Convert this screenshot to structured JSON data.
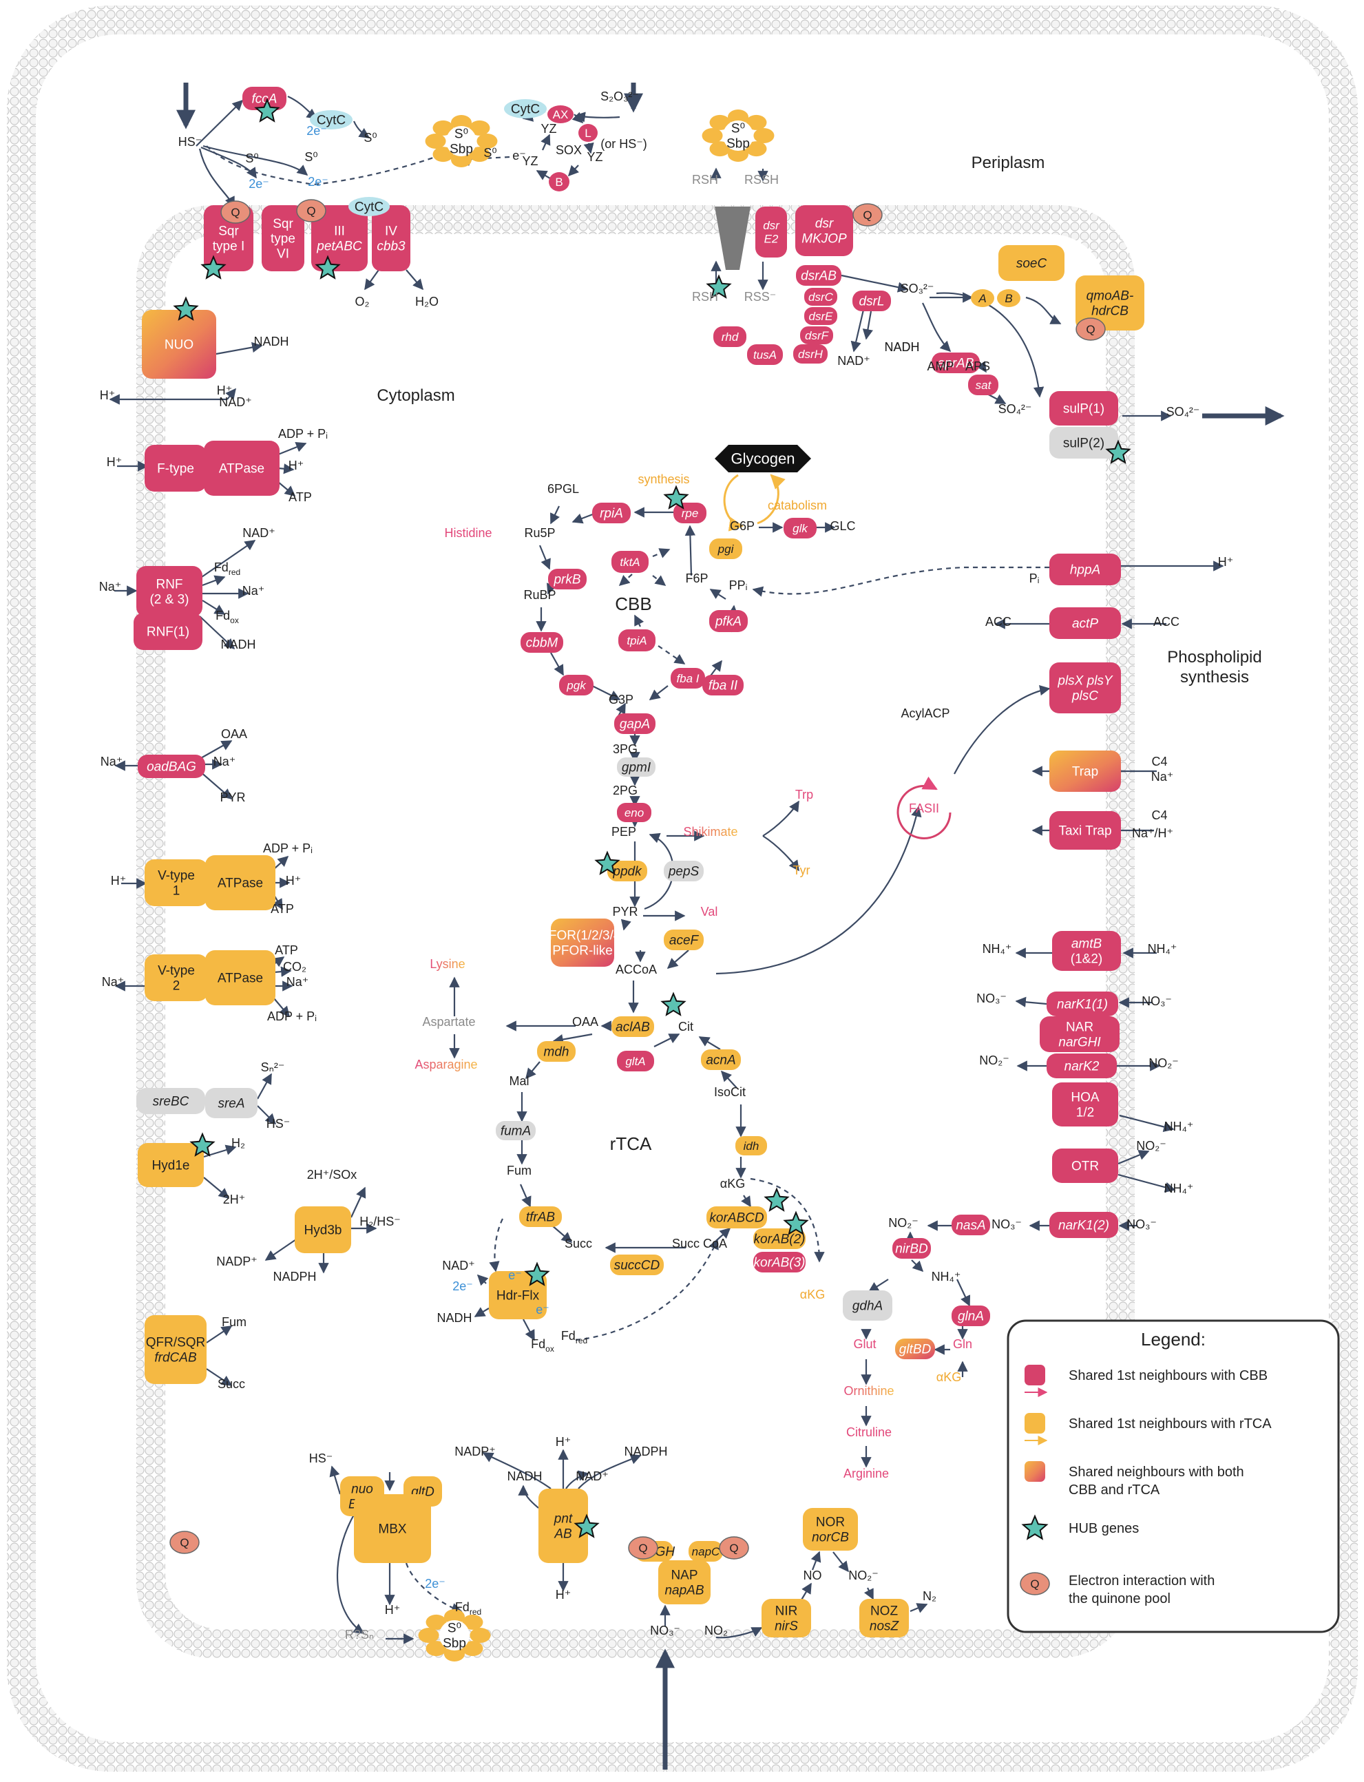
{
  "colors": {
    "cbb": "#d6416b",
    "rtca": "#f5b943",
    "grey": "#d9d9d9",
    "dark": "#3c4a63",
    "cyt": "#b8e3ec",
    "q": "#e8907a",
    "hub": "#5cc2b2",
    "membrane": "#e4e4e4"
  },
  "regions": {
    "periplasm": "Periplasm",
    "cytoplasm": "Cytoplasm",
    "phospholipid": "Phospholipid\nsynthesis"
  },
  "cycles": {
    "cbb": "CBB",
    "rtca": "rTCA"
  },
  "boxes": [
    {
      "id": "fccA",
      "label": "fccA",
      "c": "cbb",
      "it": true
    },
    {
      "id": "sqr1",
      "label": "Sqr\ntype I",
      "c": "cbb"
    },
    {
      "id": "sqr6",
      "label": "Sqr\ntype\nVI",
      "c": "cbb"
    },
    {
      "id": "petABC",
      "label": "III\npetABC",
      "c": "cbb",
      "itLine": 1
    },
    {
      "id": "cbb3",
      "label": "IV\ncbb3",
      "c": "cbb",
      "itLine": 1
    },
    {
      "id": "AX",
      "label": "AX",
      "c": "cbb"
    },
    {
      "id": "L",
      "label": "L",
      "c": "cbb"
    },
    {
      "id": "B",
      "label": "B",
      "c": "cbb"
    },
    {
      "id": "dsrE2",
      "label": "dsr\nE2",
      "c": "cbb",
      "it": true
    },
    {
      "id": "dsrMKJOP",
      "label": "dsr\nMKJOP",
      "c": "cbb",
      "it": true
    },
    {
      "id": "dsrAB",
      "label": "dsrAB",
      "c": "cbb",
      "it": true
    },
    {
      "id": "dsrC",
      "label": "dsrC",
      "c": "cbb",
      "it": true
    },
    {
      "id": "dsrE",
      "label": "dsrE",
      "c": "cbb",
      "it": true
    },
    {
      "id": "dsrF",
      "label": "dsrF",
      "c": "cbb",
      "it": true
    },
    {
      "id": "dsrH",
      "label": "dsrH",
      "c": "cbb",
      "it": true
    },
    {
      "id": "dsrL",
      "label": "dsrL",
      "c": "cbb",
      "it": true
    },
    {
      "id": "rhd",
      "label": "rhd",
      "c": "cbb",
      "it": true
    },
    {
      "id": "tusA",
      "label": "tusA",
      "c": "cbb",
      "it": true
    },
    {
      "id": "aprAB",
      "label": "aprAB",
      "c": "cbb",
      "it": true
    },
    {
      "id": "sat",
      "label": "sat",
      "c": "cbb",
      "it": true
    },
    {
      "id": "soeC",
      "label": "soeC",
      "c": "rtca",
      "it": true
    },
    {
      "id": "qmo",
      "label": "qmoAB-\nhdrCB",
      "c": "rtca",
      "it": true
    },
    {
      "id": "A",
      "label": "A",
      "c": "rtca",
      "it": true
    },
    {
      "id": "Bq",
      "label": "B",
      "c": "rtca",
      "it": true
    },
    {
      "id": "sulP1",
      "label": "sulP(1)",
      "c": "cbb"
    },
    {
      "id": "sulP2",
      "label": "sulP(2)",
      "c": "grey"
    },
    {
      "id": "NUO",
      "label": "NUO",
      "c": "grad"
    },
    {
      "id": "Ftype",
      "label": "F-type",
      "c": "cbb"
    },
    {
      "id": "FATPase",
      "label": "ATPase",
      "c": "cbb"
    },
    {
      "id": "RNF23",
      "label": "RNF\n(2 & 3)",
      "c": "cbb"
    },
    {
      "id": "RNF1",
      "label": "RNF(1)",
      "c": "cbb"
    },
    {
      "id": "oadBAG",
      "label": "oadBAG",
      "c": "cbb",
      "it": true
    },
    {
      "id": "Vtype1",
      "label": "V-type\n1",
      "c": "rtca"
    },
    {
      "id": "VATPase1",
      "label": "ATPase",
      "c": "rtca"
    },
    {
      "id": "Vtype2",
      "label": "V-type\n2",
      "c": "rtca"
    },
    {
      "id": "VATPase2",
      "label": "ATPase",
      "c": "rtca"
    },
    {
      "id": "sreBC",
      "label": "sreBC",
      "c": "grey",
      "it": true
    },
    {
      "id": "sreA",
      "label": "sreA",
      "c": "grey",
      "it": true
    },
    {
      "id": "Hyd1e",
      "label": "Hyd1e",
      "c": "rtca"
    },
    {
      "id": "Hyd3b",
      "label": "Hyd3b",
      "c": "rtca"
    },
    {
      "id": "QFR",
      "label": "QFR/SQR\nfrdCAB",
      "c": "rtca",
      "itLine": 1
    },
    {
      "id": "hppA",
      "label": "hppA",
      "c": "cbb",
      "it": true
    },
    {
      "id": "actP",
      "label": "actP",
      "c": "cbb",
      "it": true
    },
    {
      "id": "plsX",
      "label": "plsX plsY\nplsC",
      "c": "cbb",
      "it": true
    },
    {
      "id": "Trap",
      "label": "Trap",
      "c": "grad"
    },
    {
      "id": "TaxiTrap",
      "label": "Taxi Trap",
      "c": "cbb"
    },
    {
      "id": "amtB",
      "label": "amtB\n(1&2)",
      "c": "cbb",
      "itLine": 0
    },
    {
      "id": "narK11",
      "label": "narK1(1)",
      "c": "cbb",
      "it": true
    },
    {
      "id": "NAR",
      "label": "NAR\nnarGHI",
      "c": "cbb",
      "itLine": 1
    },
    {
      "id": "narK2",
      "label": "narK2",
      "c": "cbb",
      "it": true
    },
    {
      "id": "HOA",
      "label": "HOA\n1/2",
      "c": "cbb"
    },
    {
      "id": "OTR",
      "label": "OTR",
      "c": "cbb"
    },
    {
      "id": "narK12",
      "label": "narK1(2)",
      "c": "cbb",
      "it": true
    },
    {
      "id": "nasA",
      "label": "nasA",
      "c": "cbb",
      "it": true
    },
    {
      "id": "nirBD",
      "label": "nirBD",
      "c": "cbb",
      "it": true
    },
    {
      "id": "glnA",
      "label": "glnA",
      "c": "cbb",
      "it": true
    },
    {
      "id": "gltBD",
      "label": "gltBD",
      "c": "grad",
      "it": true
    },
    {
      "id": "gdhA",
      "label": "gdhA",
      "c": "grey",
      "it": true
    },
    {
      "id": "rpiA",
      "label": "rpiA",
      "c": "cbb",
      "it": true
    },
    {
      "id": "rpe",
      "label": "rpe",
      "c": "cbb",
      "it": true
    },
    {
      "id": "tktA",
      "label": "tktA",
      "c": "cbb",
      "it": true
    },
    {
      "id": "prkB",
      "label": "prkB",
      "c": "cbb",
      "it": true
    },
    {
      "id": "cbbM",
      "label": "cbbM",
      "c": "cbb",
      "it": true
    },
    {
      "id": "pgk",
      "label": "pgk",
      "c": "cbb",
      "it": true
    },
    {
      "id": "tpiA",
      "label": "tpiA",
      "c": "cbb",
      "it": true
    },
    {
      "id": "fbaI",
      "label": "fba I",
      "c": "cbb",
      "it": true
    },
    {
      "id": "fbaII",
      "label": "fba II",
      "c": "cbb",
      "it": true
    },
    {
      "id": "pfkA",
      "label": "pfkA",
      "c": "cbb",
      "it": true
    },
    {
      "id": "pgi",
      "label": "pgi",
      "c": "rtca",
      "it": true
    },
    {
      "id": "glk",
      "label": "glk",
      "c": "cbb",
      "it": true
    },
    {
      "id": "gapA",
      "label": "gapA",
      "c": "cbb",
      "it": true
    },
    {
      "id": "gpmI",
      "label": "gpmI",
      "c": "grey",
      "it": true
    },
    {
      "id": "eno",
      "label": "eno",
      "c": "cbb",
      "it": true
    },
    {
      "id": "ppdk",
      "label": "ppdk",
      "c": "rtca",
      "it": true
    },
    {
      "id": "pepS",
      "label": "pepS",
      "c": "grey",
      "it": true
    },
    {
      "id": "PFOR",
      "label": "PFOR(1/2/3/4)\nPFOR-like",
      "c": "grad"
    },
    {
      "id": "aceF",
      "label": "aceF",
      "c": "rtca",
      "it": true
    },
    {
      "id": "aclAB",
      "label": "aclAB",
      "c": "rtca",
      "it": true
    },
    {
      "id": "gltA",
      "label": "gltA",
      "c": "cbb",
      "it": true
    },
    {
      "id": "mdh",
      "label": "mdh",
      "c": "rtca",
      "it": true
    },
    {
      "id": "acnA",
      "label": "acnA",
      "c": "rtca",
      "it": true
    },
    {
      "id": "fumA",
      "label": "fumA",
      "c": "grey",
      "it": true
    },
    {
      "id": "idh",
      "label": "idh",
      "c": "rtca",
      "it": true
    },
    {
      "id": "tfrAB",
      "label": "tfrAB",
      "c": "rtca",
      "it": true
    },
    {
      "id": "succCD",
      "label": "succCD",
      "c": "rtca",
      "it": true
    },
    {
      "id": "korABCD",
      "label": "korABCD",
      "c": "rtca",
      "it": true
    },
    {
      "id": "korAB2",
      "label": "korAB(2)",
      "c": "rtca",
      "it": true
    },
    {
      "id": "korAB3",
      "label": "korAB(3)",
      "c": "cbb",
      "it": true
    },
    {
      "id": "HdrFlx",
      "label": "Hdr-Flx",
      "c": "rtca"
    },
    {
      "id": "nuoBCD",
      "label": "nuo\nBCD",
      "c": "rtca",
      "it": true
    },
    {
      "id": "gltD",
      "label": "gltD",
      "c": "rtca",
      "it": true
    },
    {
      "id": "MBX",
      "label": "MBX",
      "c": "rtca"
    },
    {
      "id": "pntAB",
      "label": "pnt\nAB",
      "c": "rtca",
      "it": true
    },
    {
      "id": "NAP",
      "label": "NAP\nnapAB",
      "c": "rtca",
      "itLine": 1
    },
    {
      "id": "napGH",
      "label": "napGH",
      "c": "rtca",
      "it": true
    },
    {
      "id": "napC",
      "label": "napC",
      "c": "rtca",
      "it": true
    },
    {
      "id": "NIR",
      "label": "NIR\nnirS",
      "c": "rtca",
      "itLine": 1
    },
    {
      "id": "NOR",
      "label": "NOR\nnorCB",
      "c": "rtca",
      "itLine": 1
    },
    {
      "id": "NOZ",
      "label": "NOZ\nnosZ",
      "c": "rtca",
      "itLine": 1
    },
    {
      "id": "Sbp1",
      "label": "S⁰\nSbp",
      "c": "rtca"
    },
    {
      "id": "Sbp2",
      "label": "S⁰\nSbp",
      "c": "rtca"
    },
    {
      "id": "Sbp3",
      "label": "S⁰\nSbp",
      "c": "rtca"
    },
    {
      "id": "CytC1",
      "label": "CytC",
      "c": "cyt"
    },
    {
      "id": "CytC2",
      "label": "CytC",
      "c": "cyt"
    },
    {
      "id": "CytC3",
      "label": "CytC",
      "c": "cyt"
    },
    {
      "id": "Glycogen",
      "label": "Glycogen",
      "c": "black"
    }
  ],
  "labels": [
    {
      "id": "HS",
      "t": "HS⁻"
    },
    {
      "id": "S2O3",
      "t": "S₂O₃²⁻"
    },
    {
      "id": "orHS",
      "t": "(or HS⁻)"
    },
    {
      "id": "S0a",
      "t": "S⁰"
    },
    {
      "id": "S0b",
      "t": "S⁰"
    },
    {
      "id": "S0c",
      "t": "S⁰"
    },
    {
      "id": "S0d",
      "t": "S⁰"
    },
    {
      "id": "e2a",
      "t": "2e⁻",
      "c": "blue"
    },
    {
      "id": "e2b",
      "t": "2e⁻",
      "c": "blue"
    },
    {
      "id": "e2c",
      "t": "2e⁻",
      "c": "blue"
    },
    {
      "id": "eminus",
      "t": "e⁻"
    },
    {
      "id": "YZ1",
      "t": "YZ"
    },
    {
      "id": "YZ2",
      "t": "YZ"
    },
    {
      "id": "YZ3",
      "t": "YZ"
    },
    {
      "id": "SOX",
      "t": "SOX"
    },
    {
      "id": "O2",
      "t": "O₂"
    },
    {
      "id": "H2O",
      "t": "H₂O"
    },
    {
      "id": "RSH1",
      "t": "RSH",
      "c": "grey"
    },
    {
      "id": "RSSH",
      "t": "RSSH",
      "c": "grey"
    },
    {
      "id": "RSH2",
      "t": "RSH",
      "c": "grey"
    },
    {
      "id": "RSS",
      "t": "RSS⁻",
      "c": "grey"
    },
    {
      "id": "SO3",
      "t": "SO₃²⁻"
    },
    {
      "id": "NADH1",
      "t": "NADH"
    },
    {
      "id": "NADp1",
      "t": "NAD⁺"
    },
    {
      "id": "NADH2",
      "t": "NADH"
    },
    {
      "id": "AMP",
      "t": "AMP"
    },
    {
      "id": "APS",
      "t": "APS"
    },
    {
      "id": "SO4a",
      "t": "SO₄²⁻"
    },
    {
      "id": "SO4b",
      "t": "SO₄²⁻"
    },
    {
      "id": "NADH3",
      "t": "NADH"
    },
    {
      "id": "Hp1",
      "t": "H⁺"
    },
    {
      "id": "Hp2",
      "t": "H⁺"
    },
    {
      "id": "NADp2",
      "t": "NAD⁺"
    },
    {
      "id": "ADPPi1",
      "t": "ADP + Pᵢ"
    },
    {
      "id": "Hp3",
      "t": "H⁺"
    },
    {
      "id": "Hp4",
      "t": "H⁺"
    },
    {
      "id": "ATP1",
      "t": "ATP"
    },
    {
      "id": "NADp3",
      "t": "NAD⁺"
    },
    {
      "id": "Fdred1",
      "t": "Fd_red"
    },
    {
      "id": "Nap1",
      "t": "Na⁺"
    },
    {
      "id": "Nap2",
      "t": "Na⁺"
    },
    {
      "id": "Fdox1",
      "t": "Fd_ox"
    },
    {
      "id": "NADH4",
      "t": "NADH"
    },
    {
      "id": "OAA1",
      "t": "OAA"
    },
    {
      "id": "Nap3",
      "t": "Na⁺"
    },
    {
      "id": "Nap4",
      "t": "Na⁺"
    },
    {
      "id": "PYR1",
      "t": "PYR"
    },
    {
      "id": "ADPPi2",
      "t": "ADP + Pᵢ"
    },
    {
      "id": "Hp5",
      "t": "H⁺"
    },
    {
      "id": "Hp6",
      "t": "H⁺"
    },
    {
      "id": "ATP2",
      "t": "ATP"
    },
    {
      "id": "ATP3",
      "t": "ATP"
    },
    {
      "id": "CO2",
      "t": "CO₂"
    },
    {
      "id": "Nap5",
      "t": "Na⁺"
    },
    {
      "id": "Nap6",
      "t": "Na⁺"
    },
    {
      "id": "ADPPi3",
      "t": "ADP + Pᵢ"
    },
    {
      "id": "Sn",
      "t": "Sₙ²⁻"
    },
    {
      "id": "HS2",
      "t": "HS⁻"
    },
    {
      "id": "H2",
      "t": "H₂"
    },
    {
      "id": "H2p",
      "t": "2H⁺"
    },
    {
      "id": "H2SOx",
      "t": "2H⁺/SOx"
    },
    {
      "id": "H2HS",
      "t": "H₂/HS⁻"
    },
    {
      "id": "NADPp1",
      "t": "NADP⁺"
    },
    {
      "id": "NADPH1",
      "t": "NADPH"
    },
    {
      "id": "Fum1",
      "t": "Fum"
    },
    {
      "id": "Succ1",
      "t": "Succ"
    },
    {
      "id": "Hp7",
      "t": "H⁺"
    },
    {
      "id": "Pi",
      "t": "Pᵢ"
    },
    {
      "id": "ACC1",
      "t": "ACC"
    },
    {
      "id": "ACC2",
      "t": "ACC"
    },
    {
      "id": "AcylACP",
      "t": "AcylACP"
    },
    {
      "id": "FASII",
      "t": "FASII",
      "c": "pink"
    },
    {
      "id": "C4a",
      "t": "C4"
    },
    {
      "id": "Nap7",
      "t": "Na⁺"
    },
    {
      "id": "C4b",
      "t": "C4"
    },
    {
      "id": "NaH",
      "t": "Na⁺/H⁺"
    },
    {
      "id": "NH4a",
      "t": "NH₄⁺"
    },
    {
      "id": "NH4b",
      "t": "NH₄⁺"
    },
    {
      "id": "NO3a",
      "t": "NO₃⁻"
    },
    {
      "id": "NO3b",
      "t": "NO₃⁻"
    },
    {
      "id": "NO2a",
      "t": "NO₂⁻"
    },
    {
      "id": "NO2b",
      "t": "NO₂⁻"
    },
    {
      "id": "NH4c",
      "t": "NH₄⁺"
    },
    {
      "id": "NO2c",
      "t": "NO₂⁻"
    },
    {
      "id": "NH4d",
      "t": "NH₄⁺"
    },
    {
      "id": "NO3c",
      "t": "NO₃⁻"
    },
    {
      "id": "NO3d",
      "t": "NO₃⁻"
    },
    {
      "id": "NO2d",
      "t": "NO₂⁻"
    },
    {
      "id": "NH4e",
      "t": "NH₄⁺"
    },
    {
      "id": "aKG2",
      "t": "αKG",
      "c": "orange"
    },
    {
      "id": "Glut",
      "t": "Glut",
      "c": "pink"
    },
    {
      "id": "Gln",
      "t": "Gln",
      "c": "pink"
    },
    {
      "id": "aKG3",
      "t": "αKG",
      "c": "orange"
    },
    {
      "id": "Orn",
      "t": "Ornithine",
      "c": "grad"
    },
    {
      "id": "Citr",
      "t": "Citruline",
      "c": "pink"
    },
    {
      "id": "Arg",
      "t": "Arginine",
      "c": "pink"
    },
    {
      "id": "PGL",
      "t": "6PGL"
    },
    {
      "id": "Histidine",
      "t": "Histidine",
      "c": "pink"
    },
    {
      "id": "Ru5P",
      "t": "Ru5P"
    },
    {
      "id": "RuBP",
      "t": "RuBP"
    },
    {
      "id": "G6P",
      "t": "G6P"
    },
    {
      "id": "GLC",
      "t": "GLC"
    },
    {
      "id": "F6P",
      "t": "F6P"
    },
    {
      "id": "PPi",
      "t": "PPᵢ"
    },
    {
      "id": "synthesis",
      "t": "synthesis",
      "c": "orange"
    },
    {
      "id": "catabolism",
      "t": "catabolism",
      "c": "orange"
    },
    {
      "id": "G3P",
      "t": "G3P"
    },
    {
      "id": "PG3",
      "t": "3PG"
    },
    {
      "id": "PG2",
      "t": "2PG"
    },
    {
      "id": "PEP",
      "t": "PEP"
    },
    {
      "id": "Shik",
      "t": "Shikimate",
      "c": "grad"
    },
    {
      "id": "Trp",
      "t": "Trp",
      "c": "pink"
    },
    {
      "id": "Tyr",
      "t": "Tyr",
      "c": "orange"
    },
    {
      "id": "PYR2",
      "t": "PYR"
    },
    {
      "id": "Val",
      "t": "Val",
      "c": "pink"
    },
    {
      "id": "ACCoA",
      "t": "ACCoA"
    },
    {
      "id": "Lysine",
      "t": "Lysine",
      "c": "grad"
    },
    {
      "id": "Aspartate",
      "t": "Aspartate",
      "c": "grey"
    },
    {
      "id": "Asparagine",
      "t": "Asparagine",
      "c": "grad"
    },
    {
      "id": "OAA2",
      "t": "OAA"
    },
    {
      "id": "Cit",
      "t": "Cit"
    },
    {
      "id": "Mal",
      "t": "Mal"
    },
    {
      "id": "IsoCit",
      "t": "IsoCit"
    },
    {
      "id": "Fum2",
      "t": "Fum"
    },
    {
      "id": "aKG1",
      "t": "αKG"
    },
    {
      "id": "Succ2",
      "t": "Succ"
    },
    {
      "id": "SuccCoA",
      "t": "Succ CoA"
    },
    {
      "id": "NADp4",
      "t": "NAD⁺"
    },
    {
      "id": "e2d",
      "t": "2e⁻",
      "c": "blue"
    },
    {
      "id": "NADH5",
      "t": "NADH"
    },
    {
      "id": "Fdox2",
      "t": "Fd_ox"
    },
    {
      "id": "Fdred2",
      "t": "Fd_red"
    },
    {
      "id": "e3",
      "t": "e⁻",
      "c": "blue"
    },
    {
      "id": "e4",
      "t": "e⁻",
      "c": "blue"
    },
    {
      "id": "HS3",
      "t": "HS⁻"
    },
    {
      "id": "Hp8",
      "t": "H⁺"
    },
    {
      "id": "e2e",
      "t": "2e⁻",
      "c": "blue"
    },
    {
      "id": "Fdred3",
      "t": "Fd_red"
    },
    {
      "id": "RSn",
      "t": "R?Sₙ",
      "c": "grey"
    },
    {
      "id": "NADPp2",
      "t": "NADP⁺"
    },
    {
      "id": "NADH6",
      "t": "NADH"
    },
    {
      "id": "Hp9",
      "t": "H⁺"
    },
    {
      "id": "NADp5",
      "t": "NAD⁺"
    },
    {
      "id": "NADPH2",
      "t": "NADPH"
    },
    {
      "id": "Hp10",
      "t": "H⁺"
    },
    {
      "id": "NO3e",
      "t": "NO₃⁻"
    },
    {
      "id": "NO2e",
      "t": "NO₂"
    },
    {
      "id": "NO",
      "t": "NO"
    },
    {
      "id": "NO2f",
      "t": "NO₂⁻"
    },
    {
      "id": "N2",
      "t": "N₂"
    }
  ],
  "legend": {
    "title": "Legend:",
    "items": [
      {
        "text": "Shared 1st neighbours with CBB",
        "kind": "cbb"
      },
      {
        "text": "Shared 1st neighbours with rTCA",
        "kind": "rtca"
      },
      {
        "text": "Shared neighbours with both\nCBB and rTCA",
        "kind": "grad"
      },
      {
        "text": "HUB genes",
        "kind": "hub"
      },
      {
        "text": "Electron interaction with\nthe quinone pool",
        "kind": "q"
      }
    ]
  }
}
